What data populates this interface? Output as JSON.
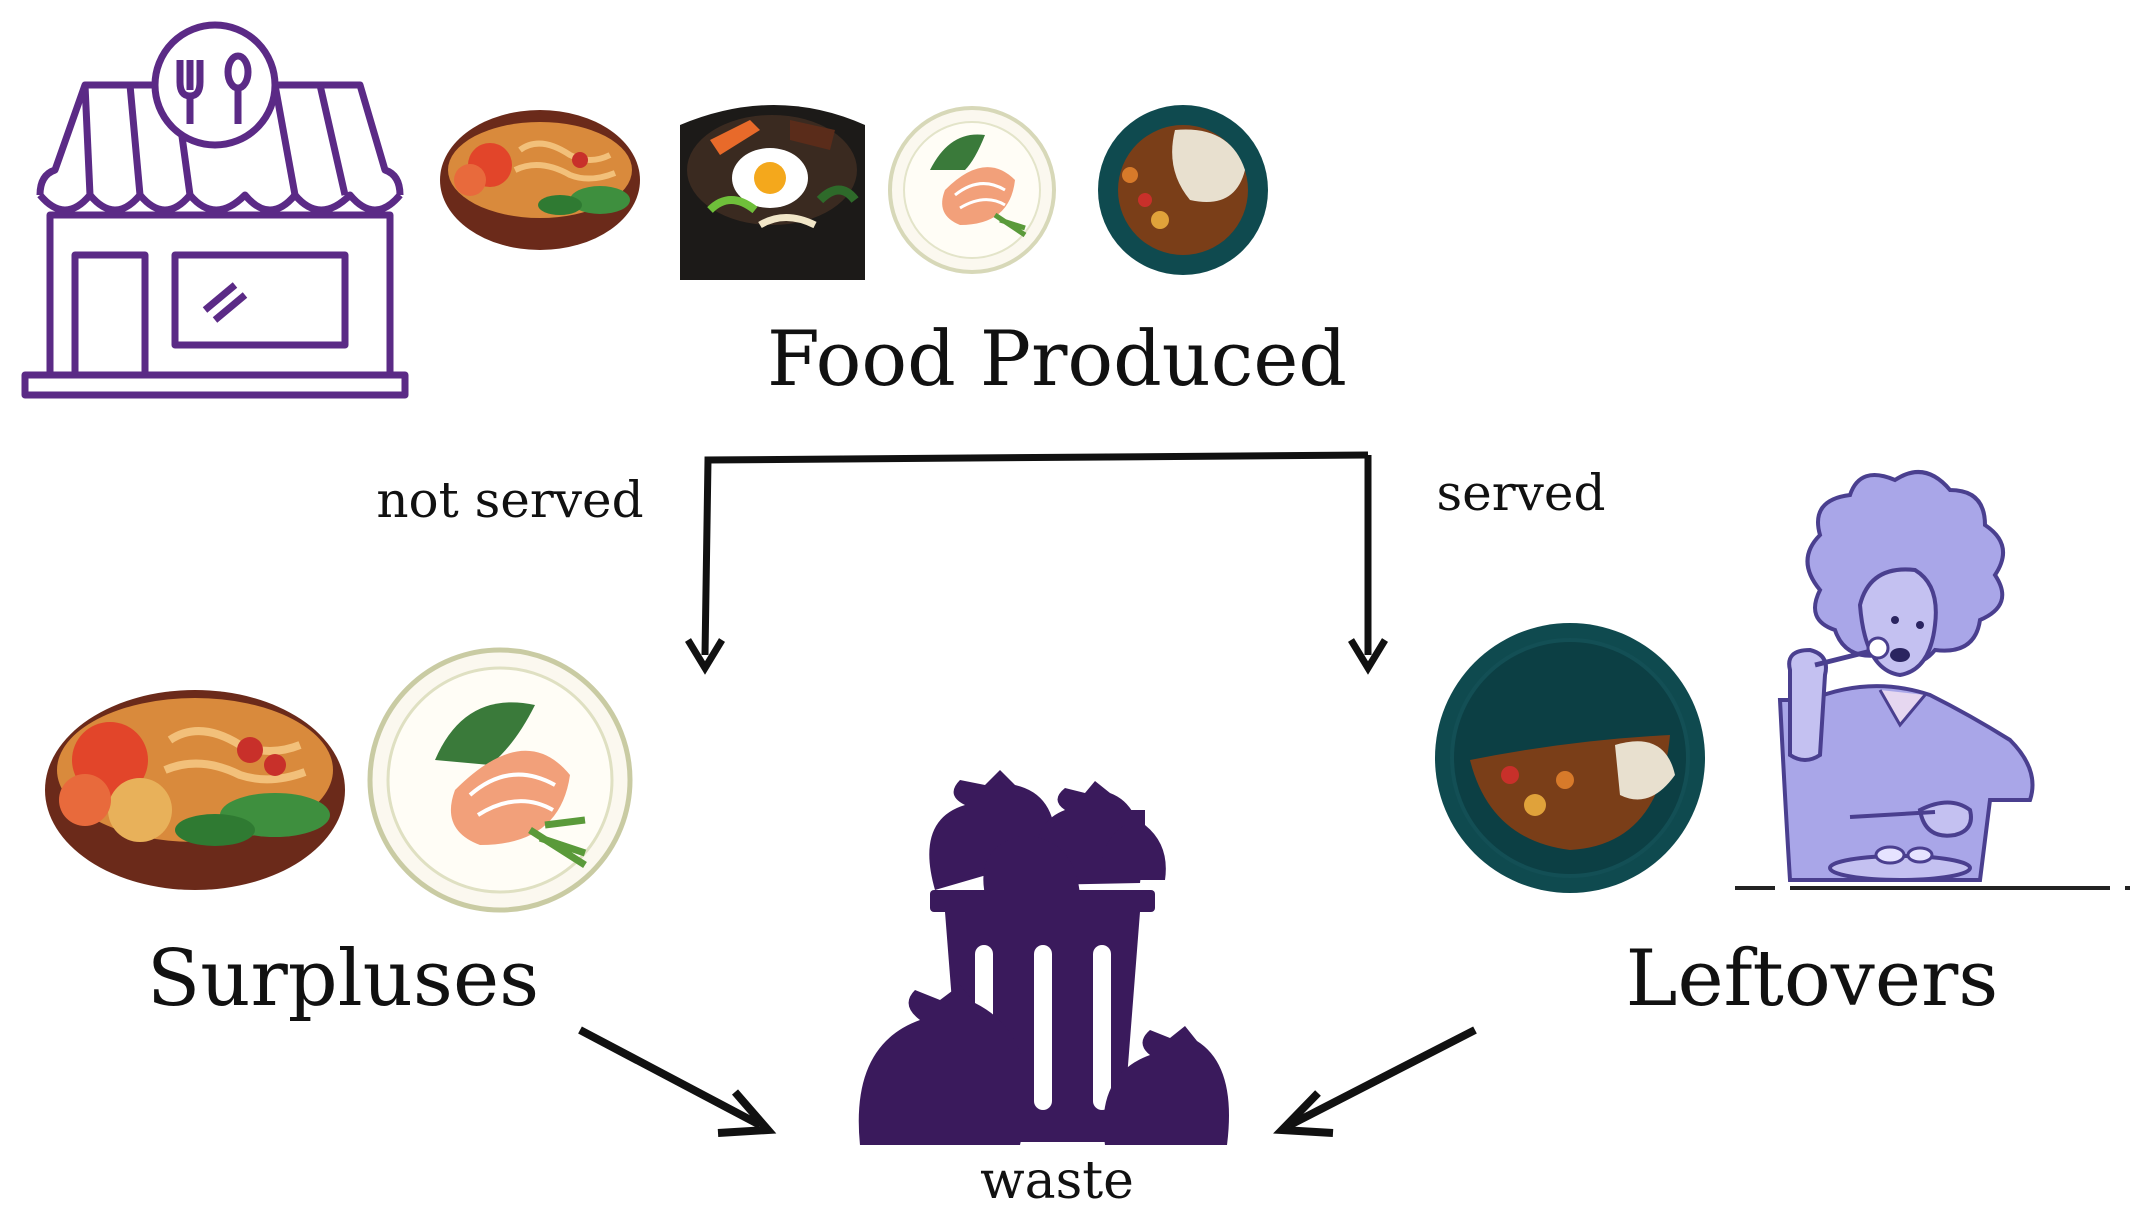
{
  "labels": {
    "food_produced": "Food Produced",
    "not_served": "not served",
    "served": "served",
    "surpluses": "Surpluses",
    "leftovers": "Leftovers",
    "waste": "waste"
  },
  "icons": {
    "restaurant": "restaurant-storefront-icon",
    "dish_1": "noodle-bowl-icon",
    "dish_2": "bibimbap-icon",
    "dish_3": "salmon-plate-icon",
    "dish_4": "curry-rice-bowl-icon",
    "surplus_bowl": "noodle-bowl-icon",
    "surplus_plate": "salmon-plate-icon",
    "leftover_bowl": "half-eaten-curry-bowl-icon",
    "diner": "person-eating-icon",
    "waste_bin": "trash-bin-with-bags-icon"
  },
  "colors": {
    "purple_dark": "#3a1a5c",
    "purple_line": "#5b2a86",
    "diner_lavender": "#a9a6e8",
    "bowl_teal": "#0f4a4f",
    "arrow": "#111111"
  }
}
